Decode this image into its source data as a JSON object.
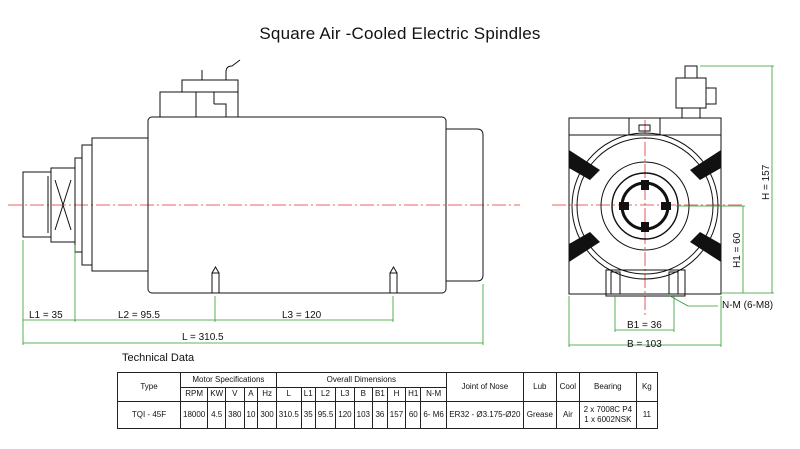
{
  "title": "Square Air -Cooled Electric Spindles",
  "dimensions": {
    "L1": "L1 = 35",
    "L2": "L2 = 95.5",
    "L3": "L3 = 120",
    "L": "L = 310.5",
    "B1": "B1 = 36",
    "B": "B = 103",
    "H1": "H1 = 60",
    "H": "H = 157",
    "NM": "N-M (6-M8)"
  },
  "technical": {
    "caption": "Technical Data",
    "headers": {
      "type": "Type",
      "motor": "Motor Specifications",
      "overall": "Overall Dimensions",
      "joint": "Joint of Nose",
      "lub": "Lub",
      "cool": "Cool",
      "bearing": "Bearing",
      "kg": "Kg"
    },
    "motor_cols": [
      "RPM",
      "KW",
      "V",
      "A",
      "Hz"
    ],
    "overall_cols": [
      "L",
      "L1",
      "L2",
      "L3",
      "B",
      "B1",
      "H",
      "H1",
      "N-M"
    ],
    "row": {
      "type": "TQI - 45F",
      "motor": [
        "18000",
        "4.5",
        "380",
        "10",
        "300"
      ],
      "overall": [
        "310.5",
        "35",
        "95.5",
        "120",
        "103",
        "36",
        "157",
        "60",
        "6- M6"
      ],
      "joint": "ER32 - Ø3.175-Ø20",
      "lub": "Grease",
      "cool": "Air",
      "bearing_1": "2 x 7008C P4",
      "bearing_2": "1 x 6002NSK",
      "kg": "11"
    }
  }
}
